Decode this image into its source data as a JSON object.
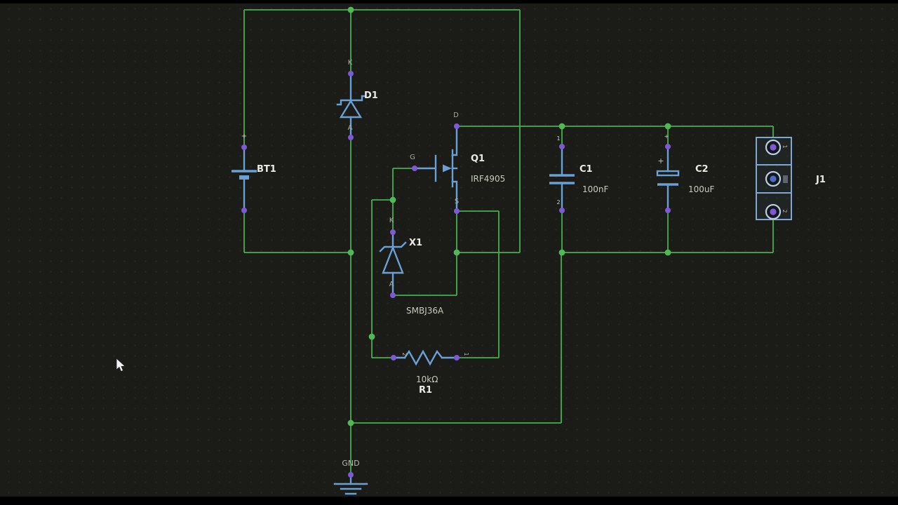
{
  "colors": {
    "background": "#1b1c17",
    "grid_dot": "#282922",
    "wire_green": "#45b14b",
    "junction_green": "#4fba55",
    "component_blue": "#6aa0d6",
    "pin_purple": "#7e58d6",
    "refdes_text": "#e9ebe4",
    "value_text": "#c6cabf",
    "connector_box": "#7fa7d4",
    "letterbox": "#000000"
  },
  "components": {
    "bt1": {
      "ref": "BT1",
      "plus": "+"
    },
    "d1": {
      "ref": "D1",
      "pin_k": "K",
      "pin_a": "A"
    },
    "q1": {
      "ref": "Q1",
      "value": "IRF4905",
      "pin_g": "G",
      "pin_d": "D",
      "pin_s": "S"
    },
    "x1": {
      "ref": "X1",
      "value": "SMBJ36A",
      "pin_k": "K",
      "pin_a": "A"
    },
    "r1": {
      "ref": "R1",
      "value": "10kΩ",
      "pin_left_num": "2",
      "pin_right_num": "1"
    },
    "c1": {
      "ref": "C1",
      "value": "100nF",
      "pin_top_num": "1",
      "pin_bottom_num": "2"
    },
    "c2": {
      "ref": "C2",
      "value": "100uF",
      "plus_plate": "+",
      "plus_pin": "+"
    },
    "j1": {
      "ref": "J1",
      "pin_top_num": "1",
      "pin_bottom_num": "2"
    },
    "gnd": {
      "label": "GND"
    }
  }
}
